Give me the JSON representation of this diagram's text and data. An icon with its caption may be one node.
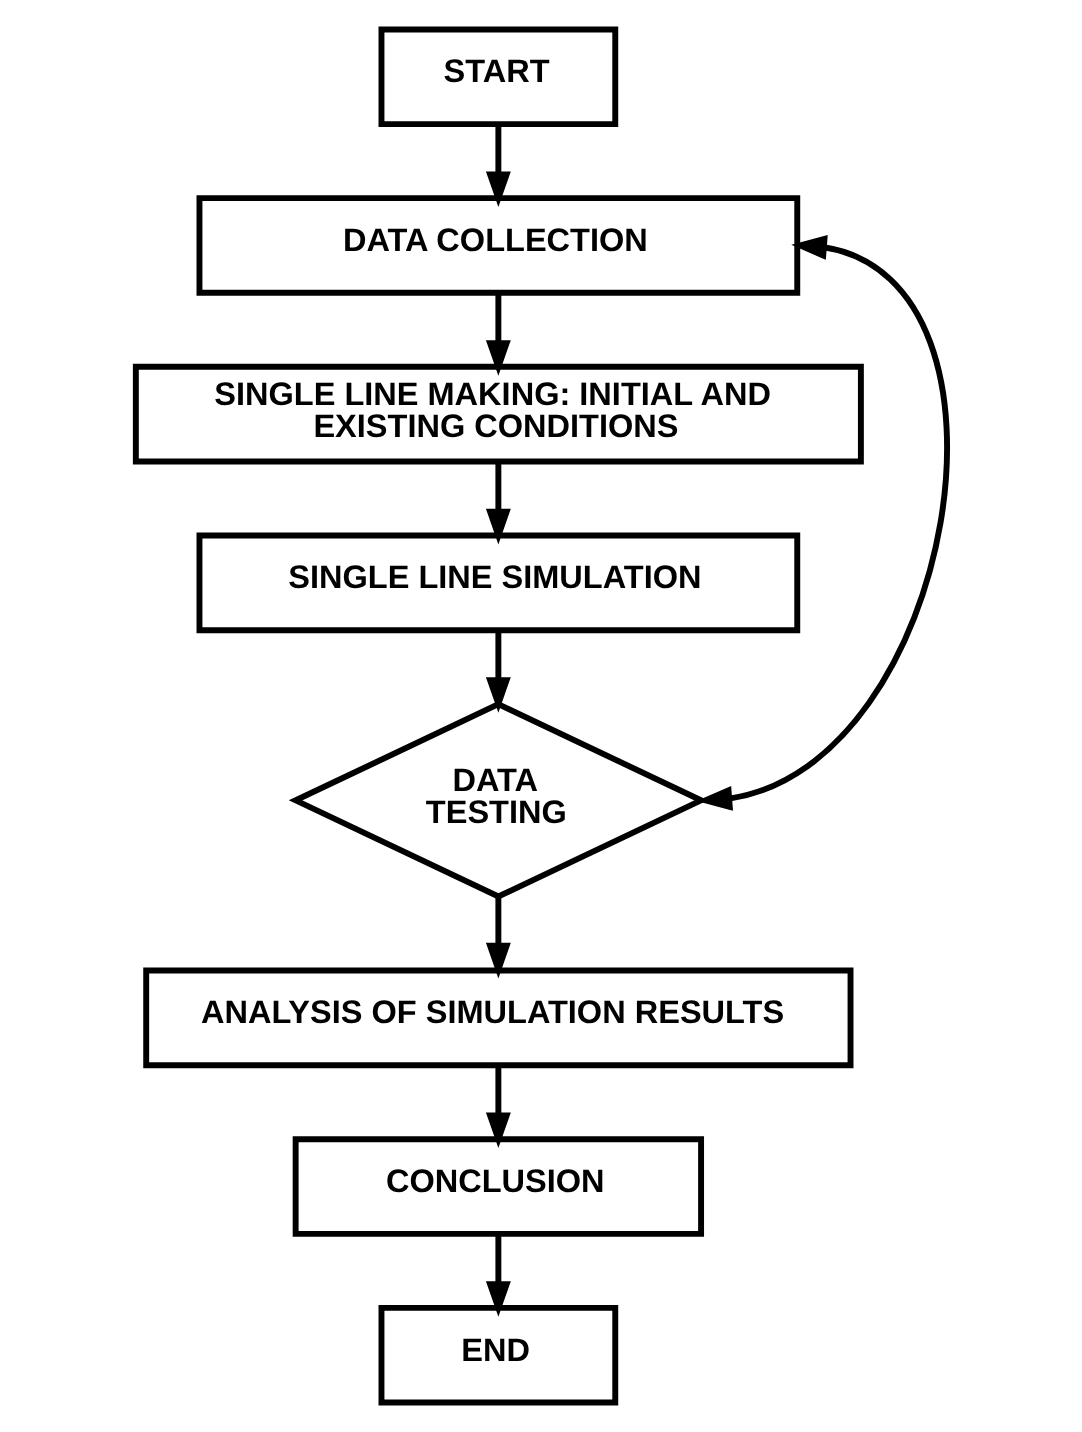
{
  "diagram": {
    "nodes": [
      {
        "text": [
          "START"
        ]
      },
      {
        "text": [
          "DATA COLLECTION"
        ]
      },
      {
        "text": [
          "SINGLE LINE MAKING: INITIAL AND EXISTING CONDITIONS"
        ]
      },
      {
        "text": [
          "SINGLE LINE SIMULATION"
        ]
      },
      {
        "text": [
          "DATA TESTING"
        ]
      },
      {
        "text": [
          "ANALYSIS OF SIMULATION RESULTS"
        ]
      },
      {
        "text": [
          "CONCLUSION"
        ]
      },
      {
        "text": [
          "END"
        ]
      }
    ],
    "edges": [
      {
        "from": 0,
        "to": 1,
        "arrow": "to"
      },
      {
        "from": 1,
        "to": 2,
        "arrow": "to"
      },
      {
        "from": 2,
        "to": 3,
        "arrow": "to"
      },
      {
        "from": 3,
        "to": 4,
        "arrow": "to"
      },
      {
        "from": 4,
        "to": 5,
        "arrow": "to"
      },
      {
        "from": 5,
        "to": 6,
        "arrow": "to"
      },
      {
        "from": 6,
        "to": 7,
        "arrow": "to"
      },
      {
        "from": 4,
        "to": 1,
        "arrow": "both"
      }
    ]
  }
}
